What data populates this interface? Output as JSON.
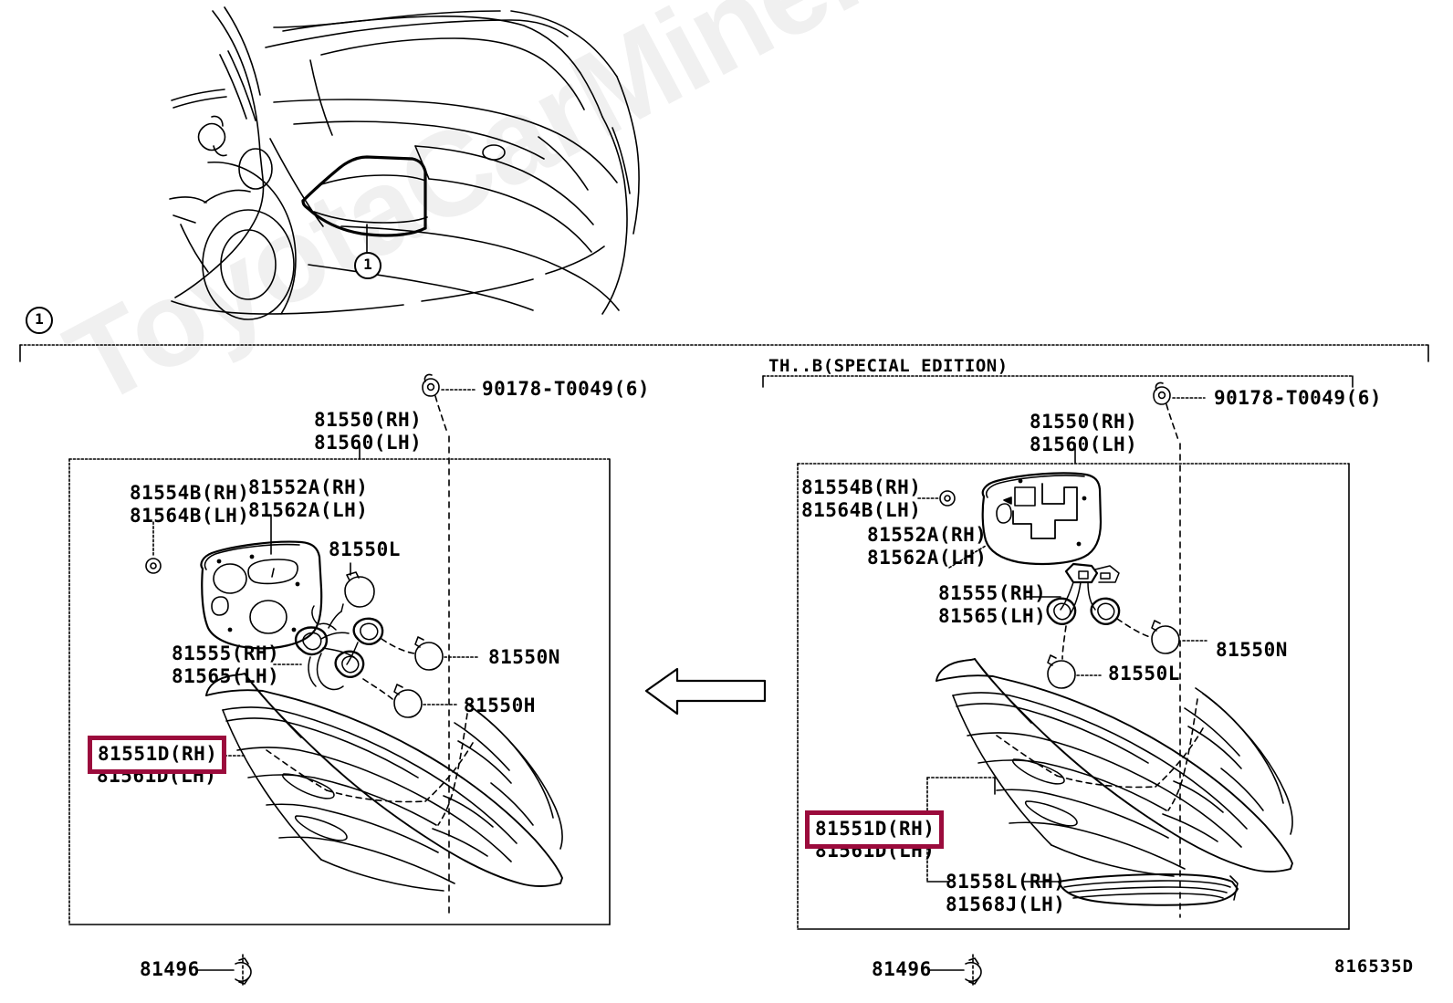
{
  "document": {
    "type": "toyota-epc-parts-diagram",
    "reference_number": "816535D",
    "watermark": "ToyotaCarMine.ru",
    "callout_number": "1"
  },
  "vehicle_illustration": {
    "name": "rear-quarter-view-sedan",
    "callout": "1"
  },
  "panels": [
    {
      "id": "standard",
      "header": "",
      "labels": {
        "clip": "90178-T0049(6)",
        "lamp_assy": "81550(RH)\n81560(LH)",
        "cover_plate": "81554B(RH)\n81564B(LH)",
        "gasket": "81552A(RH)\n81562A(LH)",
        "bulb_l": "81550L",
        "socket": "81555(RH)\n81565(LH)",
        "bulb_n": "81550N",
        "bulb_h": "81550H",
        "lens_hl_top": "81551D(RH)",
        "lens_sub": "81561D(LH)",
        "retainer": "81496"
      }
    },
    {
      "id": "special-edition",
      "header": "TH..B(SPECIAL EDITION)",
      "labels": {
        "clip": "90178-T0049(6)",
        "lamp_assy": "81550(RH)\n81560(LH)",
        "cover_plate": "81554B(RH)\n81564B(LH)",
        "gasket": "81552A(RH)\n81562A(LH)",
        "socket": "81555(RH)\n81565(LH)",
        "bulb_n": "81550N",
        "bulb_l": "81550L",
        "lens_hl_top": "81551D(RH)",
        "lens_sub": "81561D(LH)",
        "garnish": "81558L(RH)\n81568J(LH)",
        "retainer": "81496"
      }
    }
  ],
  "colors": {
    "highlight": "#9b0b3c",
    "line": "#000000",
    "watermark": "#f0f0f0",
    "background": "#ffffff"
  }
}
